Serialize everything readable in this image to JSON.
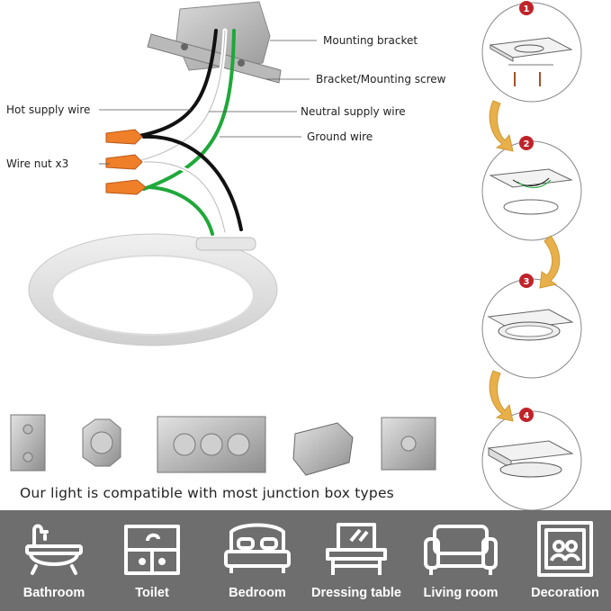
{
  "labels": {
    "mounting_bracket": "Mounting bracket",
    "bracket_screw": "Bracket/Mounting screw",
    "hot_wire": "Hot supply wire",
    "neutral_wire": "Neutral supply wire",
    "ground_wire": "Ground wire",
    "wire_nut": "Wire nut x3"
  },
  "caption": "Our light is compatible with most junction box types",
  "steps": [
    "1",
    "2",
    "3",
    "4"
  ],
  "colors": {
    "band": "#6e6e6e",
    "step_badge": "#c0232a",
    "arrow": "#e8b04a",
    "wire_nut": "#f07f2a",
    "ground": "#1fa83a"
  },
  "rooms": [
    {
      "label": "Bathroom",
      "icon": "bathtub-icon"
    },
    {
      "label": "Toilet",
      "icon": "toilet-icon"
    },
    {
      "label": "Bedroom",
      "icon": "bed-icon"
    },
    {
      "label": "Dressing table",
      "icon": "dressing-table-icon"
    },
    {
      "label": "Living room",
      "icon": "sofa-icon"
    },
    {
      "label": "Decoration",
      "icon": "decoration-icon"
    }
  ]
}
